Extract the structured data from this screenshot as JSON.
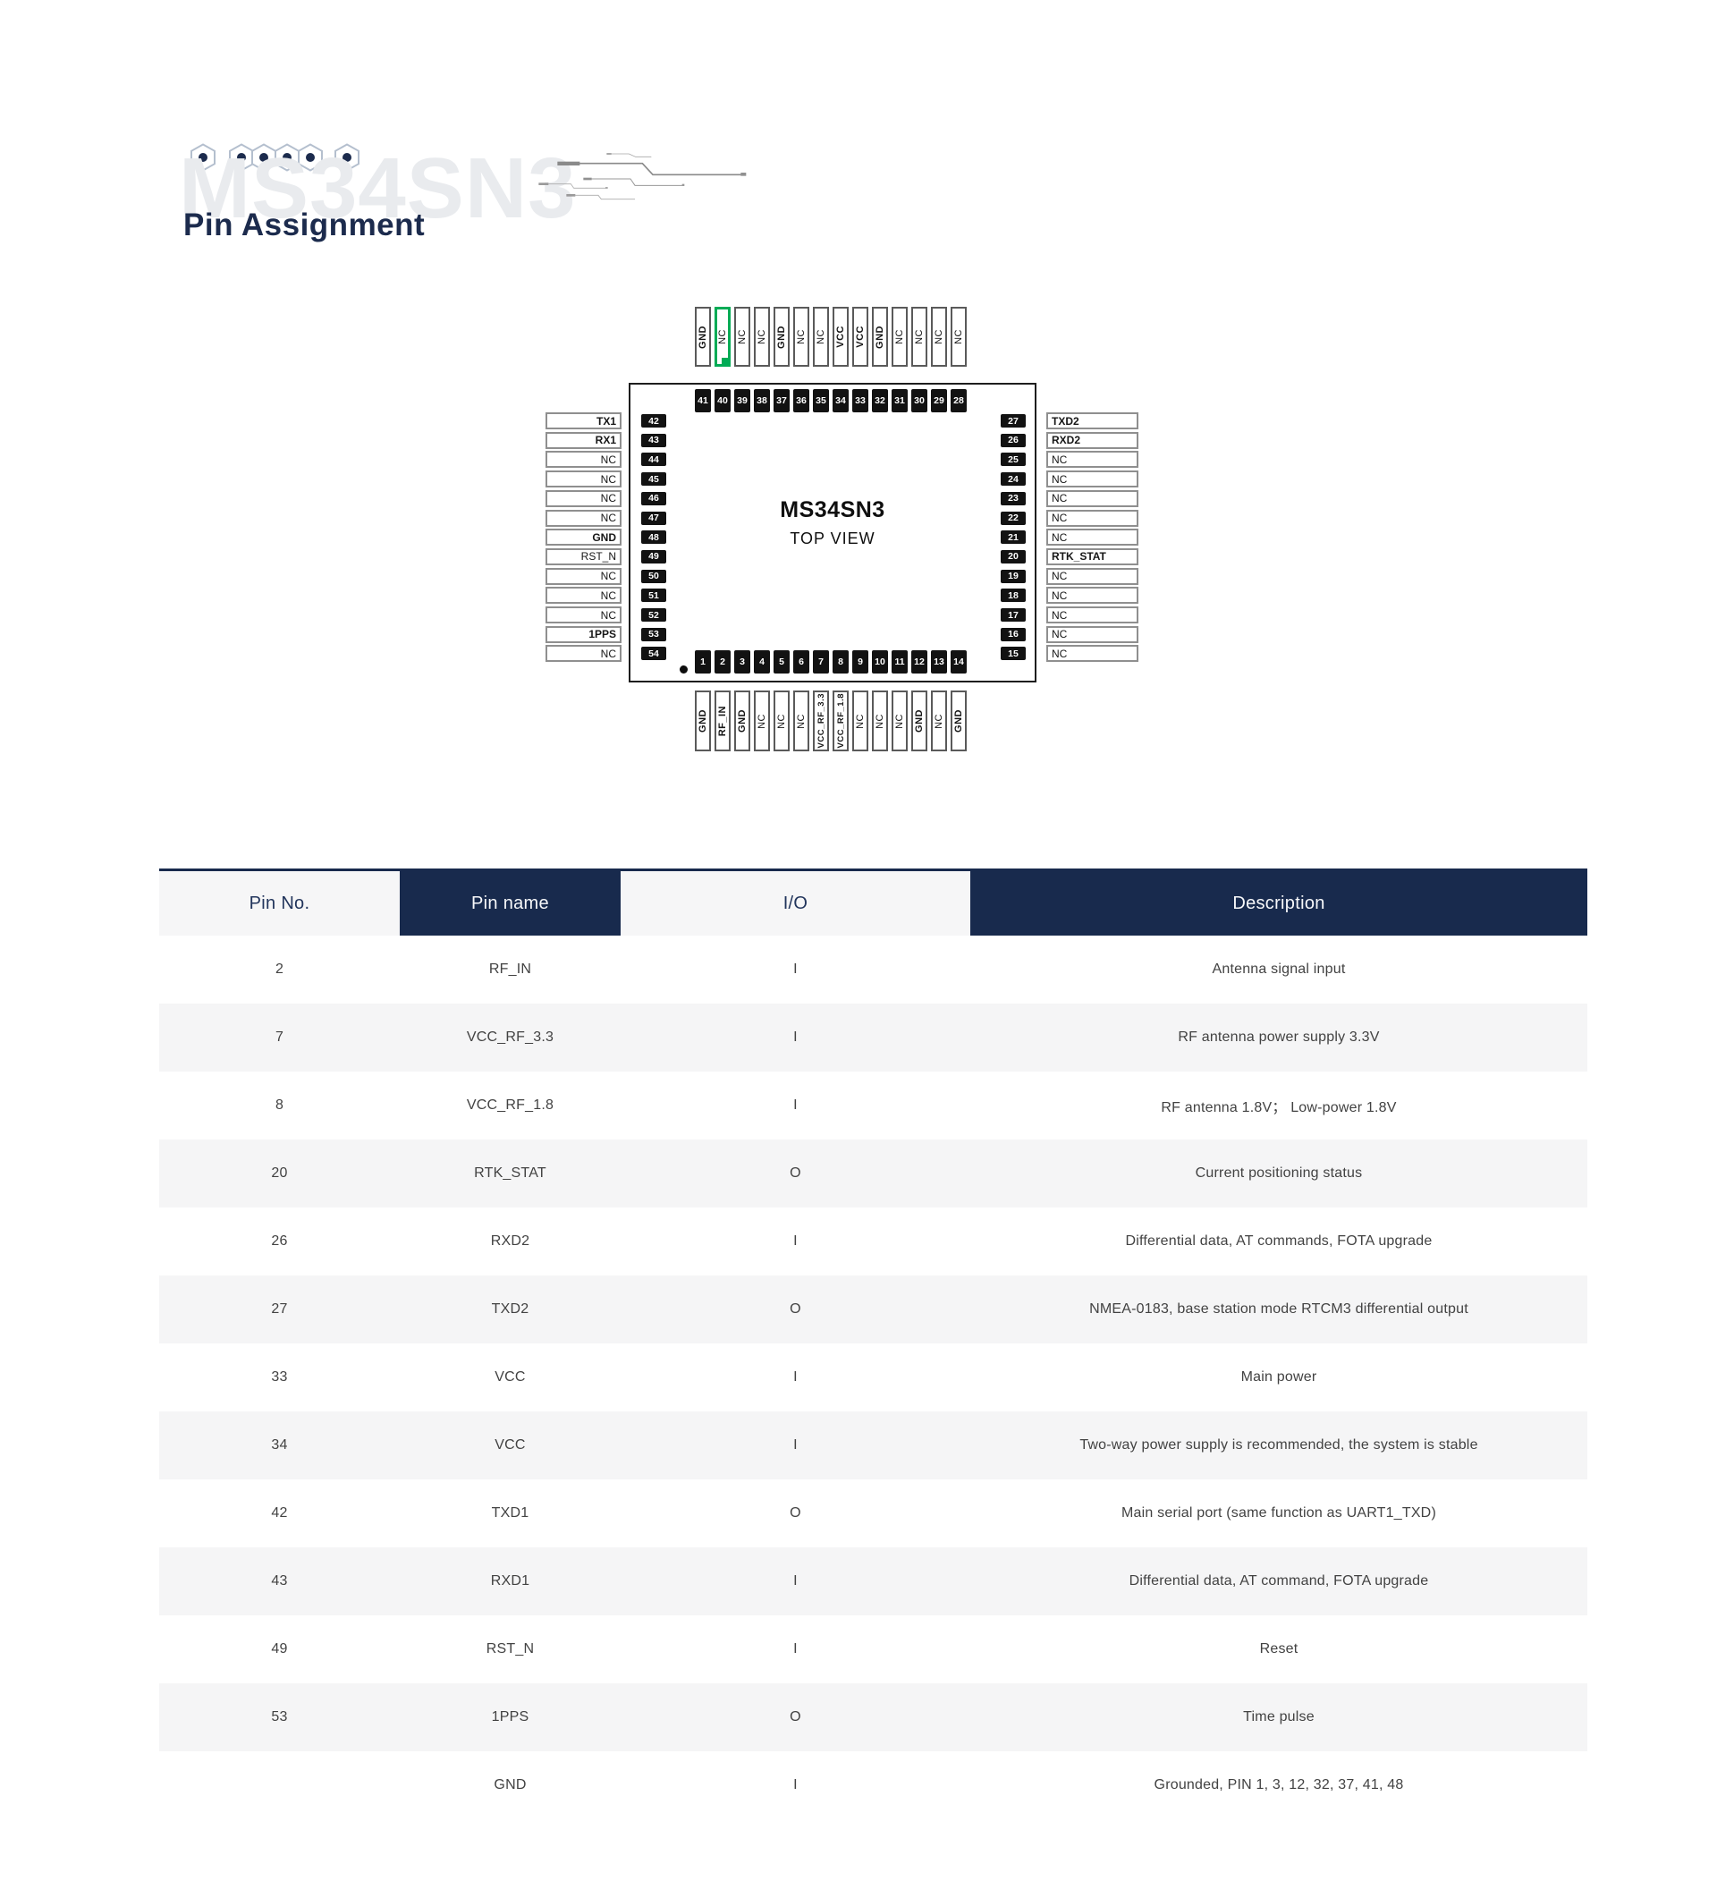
{
  "header": {
    "watermark": "MS34SN3",
    "title": "Pin Assignment"
  },
  "colors": {
    "navy": "#182a4d",
    "highlight_green": "#00ab55",
    "zebra_gray": "#f5f5f6",
    "watermark_gray": "#e9ebee"
  },
  "chip": {
    "name": "MS34SN3",
    "view": "TOP VIEW",
    "top": [
      {
        "no": "41",
        "label": "GND",
        "bold": true
      },
      {
        "no": "40",
        "label": "NC",
        "highlight": true
      },
      {
        "no": "39",
        "label": "NC"
      },
      {
        "no": "38",
        "label": "NC"
      },
      {
        "no": "37",
        "label": "GND",
        "bold": true
      },
      {
        "no": "36",
        "label": "NC"
      },
      {
        "no": "35",
        "label": "NC"
      },
      {
        "no": "34",
        "label": "VCC",
        "bold": true
      },
      {
        "no": "33",
        "label": "VCC",
        "bold": true
      },
      {
        "no": "32",
        "label": "GND",
        "bold": true
      },
      {
        "no": "31",
        "label": "NC"
      },
      {
        "no": "30",
        "label": "NC"
      },
      {
        "no": "29",
        "label": "NC"
      },
      {
        "no": "28",
        "label": "NC"
      }
    ],
    "left": [
      {
        "no": "42",
        "label": "TX1",
        "bold": true
      },
      {
        "no": "43",
        "label": "RX1",
        "bold": true
      },
      {
        "no": "44",
        "label": "NC"
      },
      {
        "no": "45",
        "label": "NC"
      },
      {
        "no": "46",
        "label": "NC"
      },
      {
        "no": "47",
        "label": "NC"
      },
      {
        "no": "48",
        "label": "GND",
        "bold": true
      },
      {
        "no": "49",
        "label": "RST_N"
      },
      {
        "no": "50",
        "label": "NC"
      },
      {
        "no": "51",
        "label": "NC"
      },
      {
        "no": "52",
        "label": "NC"
      },
      {
        "no": "53",
        "label": "1PPS",
        "bold": true
      },
      {
        "no": "54",
        "label": "NC"
      }
    ],
    "right": [
      {
        "no": "27",
        "label": "TXD2",
        "bold": true
      },
      {
        "no": "26",
        "label": "RXD2",
        "bold": true
      },
      {
        "no": "25",
        "label": "NC"
      },
      {
        "no": "24",
        "label": "NC"
      },
      {
        "no": "23",
        "label": "NC"
      },
      {
        "no": "22",
        "label": "NC"
      },
      {
        "no": "21",
        "label": "NC"
      },
      {
        "no": "20",
        "label": "RTK_STAT",
        "bold": true
      },
      {
        "no": "19",
        "label": "NC"
      },
      {
        "no": "18",
        "label": "NC"
      },
      {
        "no": "17",
        "label": "NC"
      },
      {
        "no": "16",
        "label": "NC"
      },
      {
        "no": "15",
        "label": "NC"
      }
    ],
    "bottom": [
      {
        "no": "1",
        "label": "GND",
        "bold": true
      },
      {
        "no": "2",
        "label": "RF_IN",
        "bold": true
      },
      {
        "no": "3",
        "label": "GND",
        "bold": true
      },
      {
        "no": "4",
        "label": "NC"
      },
      {
        "no": "5",
        "label": "NC"
      },
      {
        "no": "6",
        "label": "NC"
      },
      {
        "no": "7",
        "label": "VCC_RF_3.3",
        "bold": true
      },
      {
        "no": "8",
        "label": "VCC_RF_1.8",
        "bold": true
      },
      {
        "no": "9",
        "label": "NC"
      },
      {
        "no": "10",
        "label": "NC"
      },
      {
        "no": "11",
        "label": "NC"
      },
      {
        "no": "12",
        "label": "GND",
        "bold": true
      },
      {
        "no": "13",
        "label": "NC"
      },
      {
        "no": "14",
        "label": "GND",
        "bold": true
      }
    ]
  },
  "table": {
    "columns": [
      "Pin No.",
      "Pin name",
      "I/O",
      "Description"
    ],
    "rows": [
      [
        "2",
        "RF_IN",
        "I",
        "Antenna signal input"
      ],
      [
        "7",
        "VCC_RF_3.3",
        "I",
        "RF antenna power supply 3.3V"
      ],
      [
        "8",
        "VCC_RF_1.8",
        "I",
        "RF antenna 1.8V；  Low-power 1.8V"
      ],
      [
        "20",
        "RTK_STAT",
        "O",
        "Current positioning status"
      ],
      [
        "26",
        "RXD2",
        "I",
        "Differential data, AT commands, FOTA upgrade"
      ],
      [
        "27",
        "TXD2",
        "O",
        "NMEA-0183, base station mode RTCM3 differential output"
      ],
      [
        "33",
        "VCC",
        "I",
        "Main power"
      ],
      [
        "34",
        "VCC",
        "I",
        "Two-way power supply is recommended, the system is stable"
      ],
      [
        "42",
        "TXD1",
        "O",
        "Main serial port (same function as UART1_TXD)"
      ],
      [
        "43",
        "RXD1",
        "I",
        "Differential data, AT command, FOTA upgrade"
      ],
      [
        "49",
        "RST_N",
        "I",
        "Reset"
      ],
      [
        "53",
        "1PPS",
        "O",
        "Time pulse"
      ],
      [
        "",
        "GND",
        "I",
        "Grounded, PIN 1, 3, 12, 32, 37, 41, 48"
      ]
    ]
  }
}
